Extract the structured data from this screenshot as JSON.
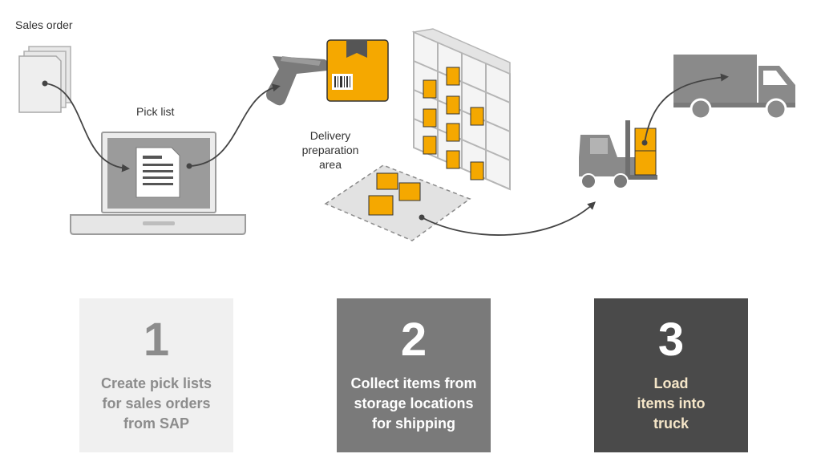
{
  "labels": {
    "sales_order": "Sales order",
    "pick_list": "Pick list",
    "delivery_area": "Delivery\npreparation\narea"
  },
  "steps": [
    {
      "number": "1",
      "text": "Create pick lists\nfor sales orders\nfrom SAP"
    },
    {
      "number": "2",
      "text": "Collect items from\nstorage locations\nfor shipping"
    },
    {
      "number": "3",
      "text": "Load\nitems into\ntruck"
    }
  ],
  "colors": {
    "accent": "#f5a800",
    "gray": "#8c8c8c",
    "light_gray": "#f0f0f0",
    "mid_gray": "#7a7a7a",
    "dark_gray": "#4a4a4a",
    "step_highlight": "#f5e6c8"
  }
}
